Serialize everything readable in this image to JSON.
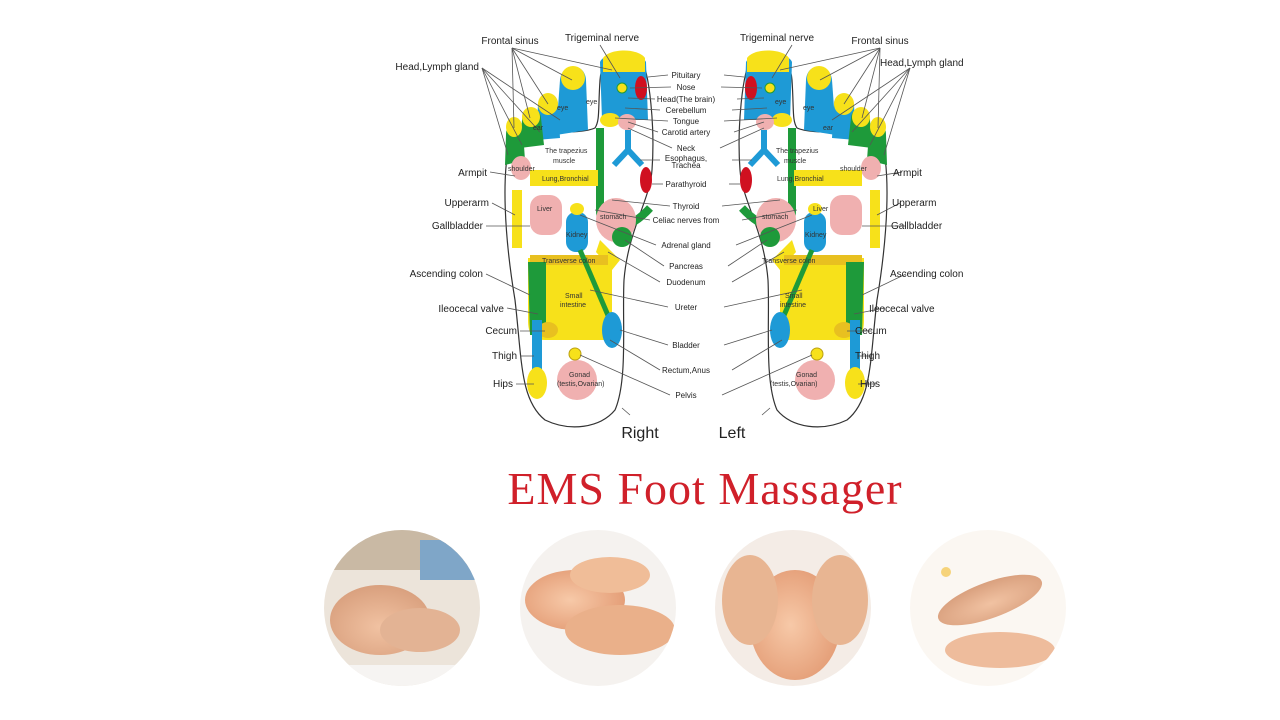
{
  "title": "EMS Foot Massager",
  "feet": {
    "right_label": "Right",
    "left_label": "Left"
  },
  "center_labels": [
    "Pituitary",
    "Nose",
    "Head(The brain)",
    "Cerebellum",
    "Tongue",
    "Carotid artery",
    "Neck",
    "Esophagus,",
    "Trachea",
    "Parathyroid",
    "Thyroid",
    "Celiac nerves from",
    "Adrenal gland",
    "Pancreas",
    "Duodenum",
    "Ureter",
    "Bladder",
    "Rectum,Anus",
    "Pelvis"
  ],
  "side_labels": [
    "Frontal sinus",
    "Trigeminal nerve",
    "Head,Lymph gland",
    "Armpit",
    "Upperarm",
    "Gallbladder",
    "Ascending colon",
    "Ileocecal valve",
    "Cecum",
    "Thigh",
    "Hips"
  ],
  "organ_labels": {
    "eye": "eye",
    "ear": "ear",
    "trapezius_1": "The trapezius",
    "trapezius_2": "muscle",
    "shoulder": "shoulder",
    "lung": "Lung,Bronchial",
    "liver": "Liver",
    "stomach": "stomach",
    "kidney": "Kidney",
    "transverse": "Transverse colon",
    "small_1": "Small",
    "small_2": "intestine",
    "gonad_1": "Gonad",
    "gonad_2": "(testis,Ovarian)"
  },
  "colors": {
    "yellow": "#f7e11a",
    "blue": "#1e9ad6",
    "green": "#1e9a3a",
    "pink": "#f0b0b0",
    "red": "#d01020",
    "title": "#d0202a"
  }
}
